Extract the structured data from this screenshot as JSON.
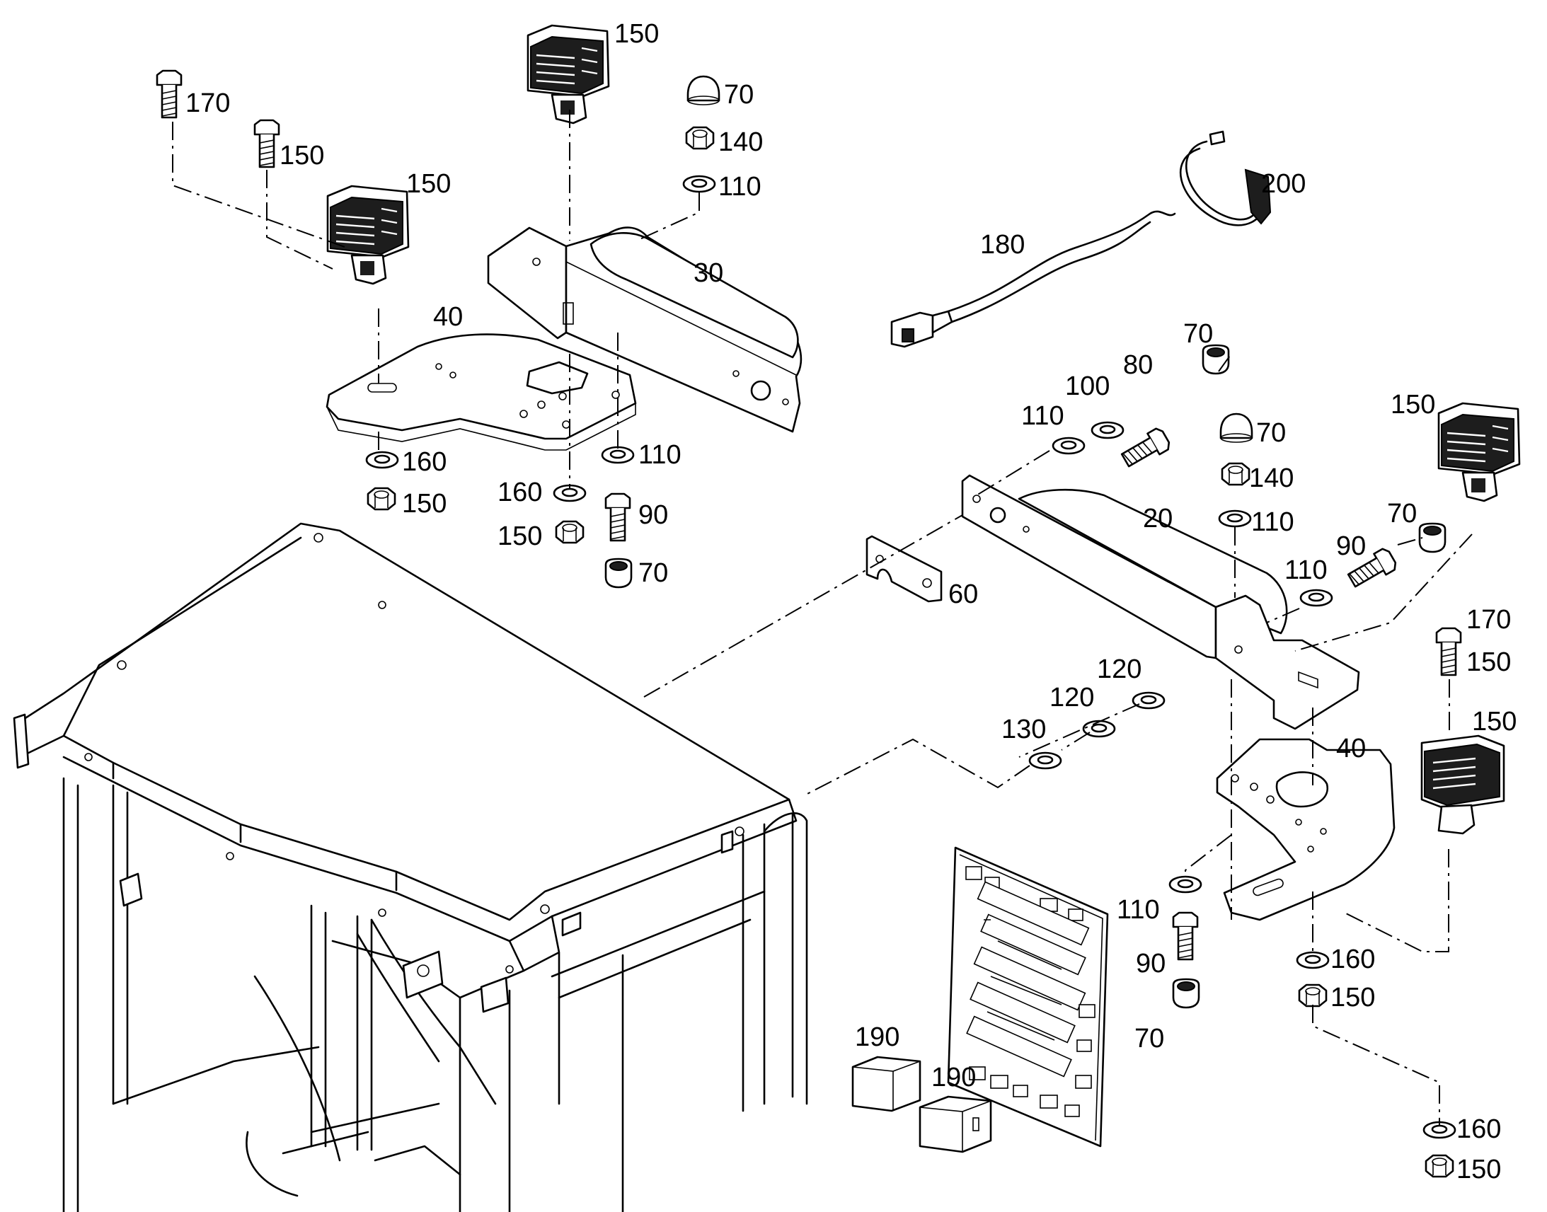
{
  "callouts": {
    "c_170_a": "170",
    "c_150_bolt_a": "150",
    "c_150_lamp_a": "150",
    "c_150_lamp_b": "150",
    "c_40_a": "40",
    "c_160_a": "160",
    "c_150_nut_a": "150",
    "c_160_b": "160",
    "c_150_nut_b": "150",
    "c_110_a": "110",
    "c_90_a": "90",
    "c_70_a": "70",
    "c_70_b": "70",
    "c_140_a": "140",
    "c_110_b": "110",
    "c_30": "30",
    "c_180": "180",
    "c_200": "200",
    "c_70_c": "70",
    "c_80": "80",
    "c_100": "100",
    "c_110_c": "110",
    "c_70_d": "70",
    "c_140_b": "140",
    "c_110_d": "110",
    "c_20": "20",
    "c_150_lamp_c": "150",
    "c_70_e": "70",
    "c_90_b": "90",
    "c_110_e": "110",
    "c_60": "60",
    "c_120_a": "120",
    "c_120_b": "120",
    "c_130": "130",
    "c_170_b": "170",
    "c_150_bolt_b": "150",
    "c_150_lamp_d": "150",
    "c_40_b": "40",
    "c_110_f": "110",
    "c_90_c": "90",
    "c_70_f": "70",
    "c_160_c": "160",
    "c_150_nut_c": "150",
    "c_160_d": "160",
    "c_150_nut_d": "150",
    "c_190_a": "190",
    "c_190_b": "190"
  }
}
